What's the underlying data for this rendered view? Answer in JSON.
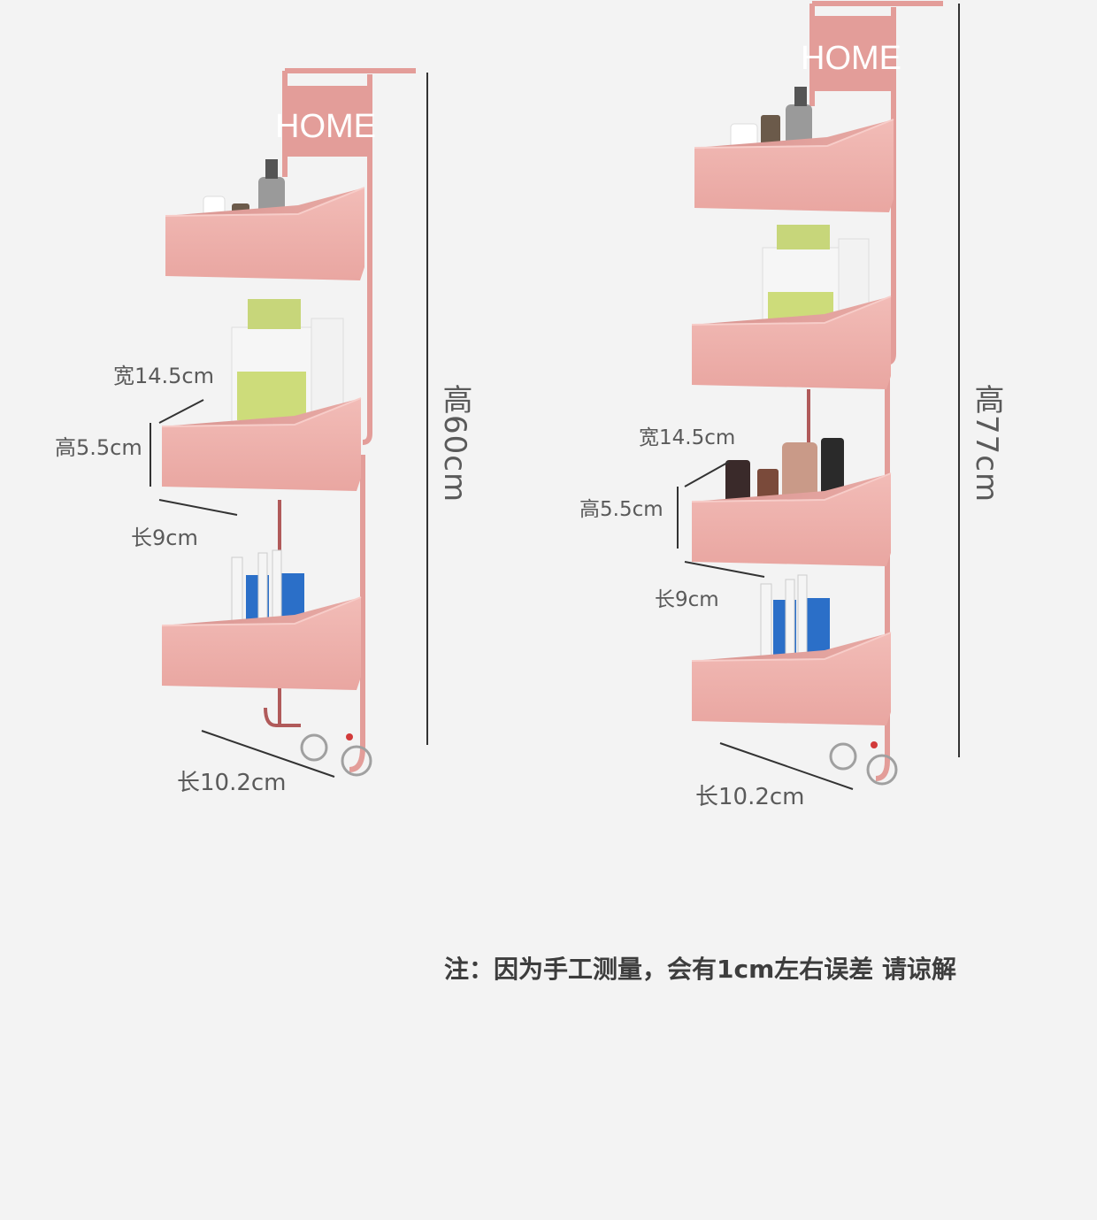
{
  "products": [
    {
      "variant": "3-tier",
      "sign_text": "HOME",
      "height_label": "高60cm",
      "width_label": "宽14.5cm",
      "basket_height_label": "高5.5cm",
      "depth_label": "长9cm",
      "length_label": "长10.2cm"
    },
    {
      "variant": "4-tier",
      "sign_text": "HOME",
      "height_label": "高77cm",
      "width_label": "宽14.5cm",
      "basket_height_label": "高5.5cm",
      "depth_label": "长9cm",
      "length_label": "长10.2cm"
    }
  ],
  "note": "注：因为手工测量，会有1cm左右误差 请谅解",
  "colors": {
    "background": "#f3f3f3",
    "rack_pink": "#e7a7a3",
    "rack_pink_dark": "#d48c88",
    "basket_pink": "#edb0ab",
    "dimension_line": "#333333"
  }
}
